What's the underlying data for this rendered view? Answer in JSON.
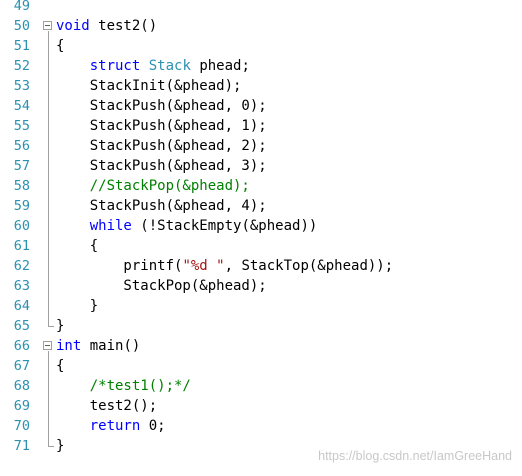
{
  "editor": {
    "lines": [
      {
        "num": "49",
        "fold": false,
        "tokens": []
      },
      {
        "num": "50",
        "fold": true,
        "tokens": [
          {
            "t": "void",
            "c": "kw"
          },
          {
            "t": " test2()",
            "c": "plain"
          }
        ]
      },
      {
        "num": "51",
        "fold": false,
        "tokens": [
          {
            "t": "{",
            "c": "plain"
          }
        ]
      },
      {
        "num": "52",
        "fold": false,
        "tokens": [
          {
            "t": "    ",
            "c": "plain"
          },
          {
            "t": "struct",
            "c": "kw"
          },
          {
            "t": " ",
            "c": "plain"
          },
          {
            "t": "Stack",
            "c": "type"
          },
          {
            "t": " phead;",
            "c": "plain"
          }
        ]
      },
      {
        "num": "53",
        "fold": false,
        "tokens": [
          {
            "t": "    StackInit(&phead);",
            "c": "plain"
          }
        ]
      },
      {
        "num": "54",
        "fold": false,
        "tokens": [
          {
            "t": "    StackPush(&phead, 0);",
            "c": "plain"
          }
        ]
      },
      {
        "num": "55",
        "fold": false,
        "tokens": [
          {
            "t": "    StackPush(&phead, 1);",
            "c": "plain"
          }
        ]
      },
      {
        "num": "56",
        "fold": false,
        "tokens": [
          {
            "t": "    StackPush(&phead, 2);",
            "c": "plain"
          }
        ]
      },
      {
        "num": "57",
        "fold": false,
        "tokens": [
          {
            "t": "    StackPush(&phead, 3);",
            "c": "plain"
          }
        ]
      },
      {
        "num": "58",
        "fold": false,
        "tokens": [
          {
            "t": "    ",
            "c": "plain"
          },
          {
            "t": "//StackPop(&phead);",
            "c": "cm"
          }
        ]
      },
      {
        "num": "59",
        "fold": false,
        "tokens": [
          {
            "t": "    StackPush(&phead, 4);",
            "c": "plain"
          }
        ]
      },
      {
        "num": "60",
        "fold": false,
        "tokens": [
          {
            "t": "    ",
            "c": "plain"
          },
          {
            "t": "while",
            "c": "kw"
          },
          {
            "t": " (!StackEmpty(&phead))",
            "c": "plain"
          }
        ]
      },
      {
        "num": "61",
        "fold": false,
        "tokens": [
          {
            "t": "    {",
            "c": "plain"
          }
        ]
      },
      {
        "num": "62",
        "fold": false,
        "tokens": [
          {
            "t": "        printf(",
            "c": "plain"
          },
          {
            "t": "\"%d \"",
            "c": "str"
          },
          {
            "t": ", StackTop(&phead));",
            "c": "plain"
          }
        ]
      },
      {
        "num": "63",
        "fold": false,
        "tokens": [
          {
            "t": "        StackPop(&phead);",
            "c": "plain"
          }
        ]
      },
      {
        "num": "64",
        "fold": false,
        "tokens": [
          {
            "t": "    }",
            "c": "plain"
          }
        ]
      },
      {
        "num": "65",
        "fold": false,
        "tokens": [
          {
            "t": "}",
            "c": "plain"
          }
        ]
      },
      {
        "num": "66",
        "fold": true,
        "tokens": [
          {
            "t": "int",
            "c": "kw"
          },
          {
            "t": " main()",
            "c": "plain"
          }
        ]
      },
      {
        "num": "67",
        "fold": false,
        "tokens": [
          {
            "t": "{",
            "c": "plain"
          }
        ]
      },
      {
        "num": "68",
        "fold": false,
        "tokens": [
          {
            "t": "    ",
            "c": "plain"
          },
          {
            "t": "/*test1();*/",
            "c": "cm"
          }
        ]
      },
      {
        "num": "69",
        "fold": false,
        "tokens": [
          {
            "t": "    test2();",
            "c": "plain"
          }
        ]
      },
      {
        "num": "70",
        "fold": false,
        "tokens": [
          {
            "t": "    ",
            "c": "plain"
          },
          {
            "t": "return",
            "c": "kw"
          },
          {
            "t": " 0;",
            "c": "plain"
          }
        ]
      },
      {
        "num": "71",
        "fold": false,
        "tokens": [
          {
            "t": "}",
            "c": "plain"
          }
        ]
      }
    ]
  },
  "colors": {
    "keyword": "#0000ff",
    "type": "#2b91af",
    "string": "#a31515",
    "comment": "#008000",
    "line_number": "#2b91af"
  },
  "watermark": "https://blog.csdn.net/IamGreeHand"
}
